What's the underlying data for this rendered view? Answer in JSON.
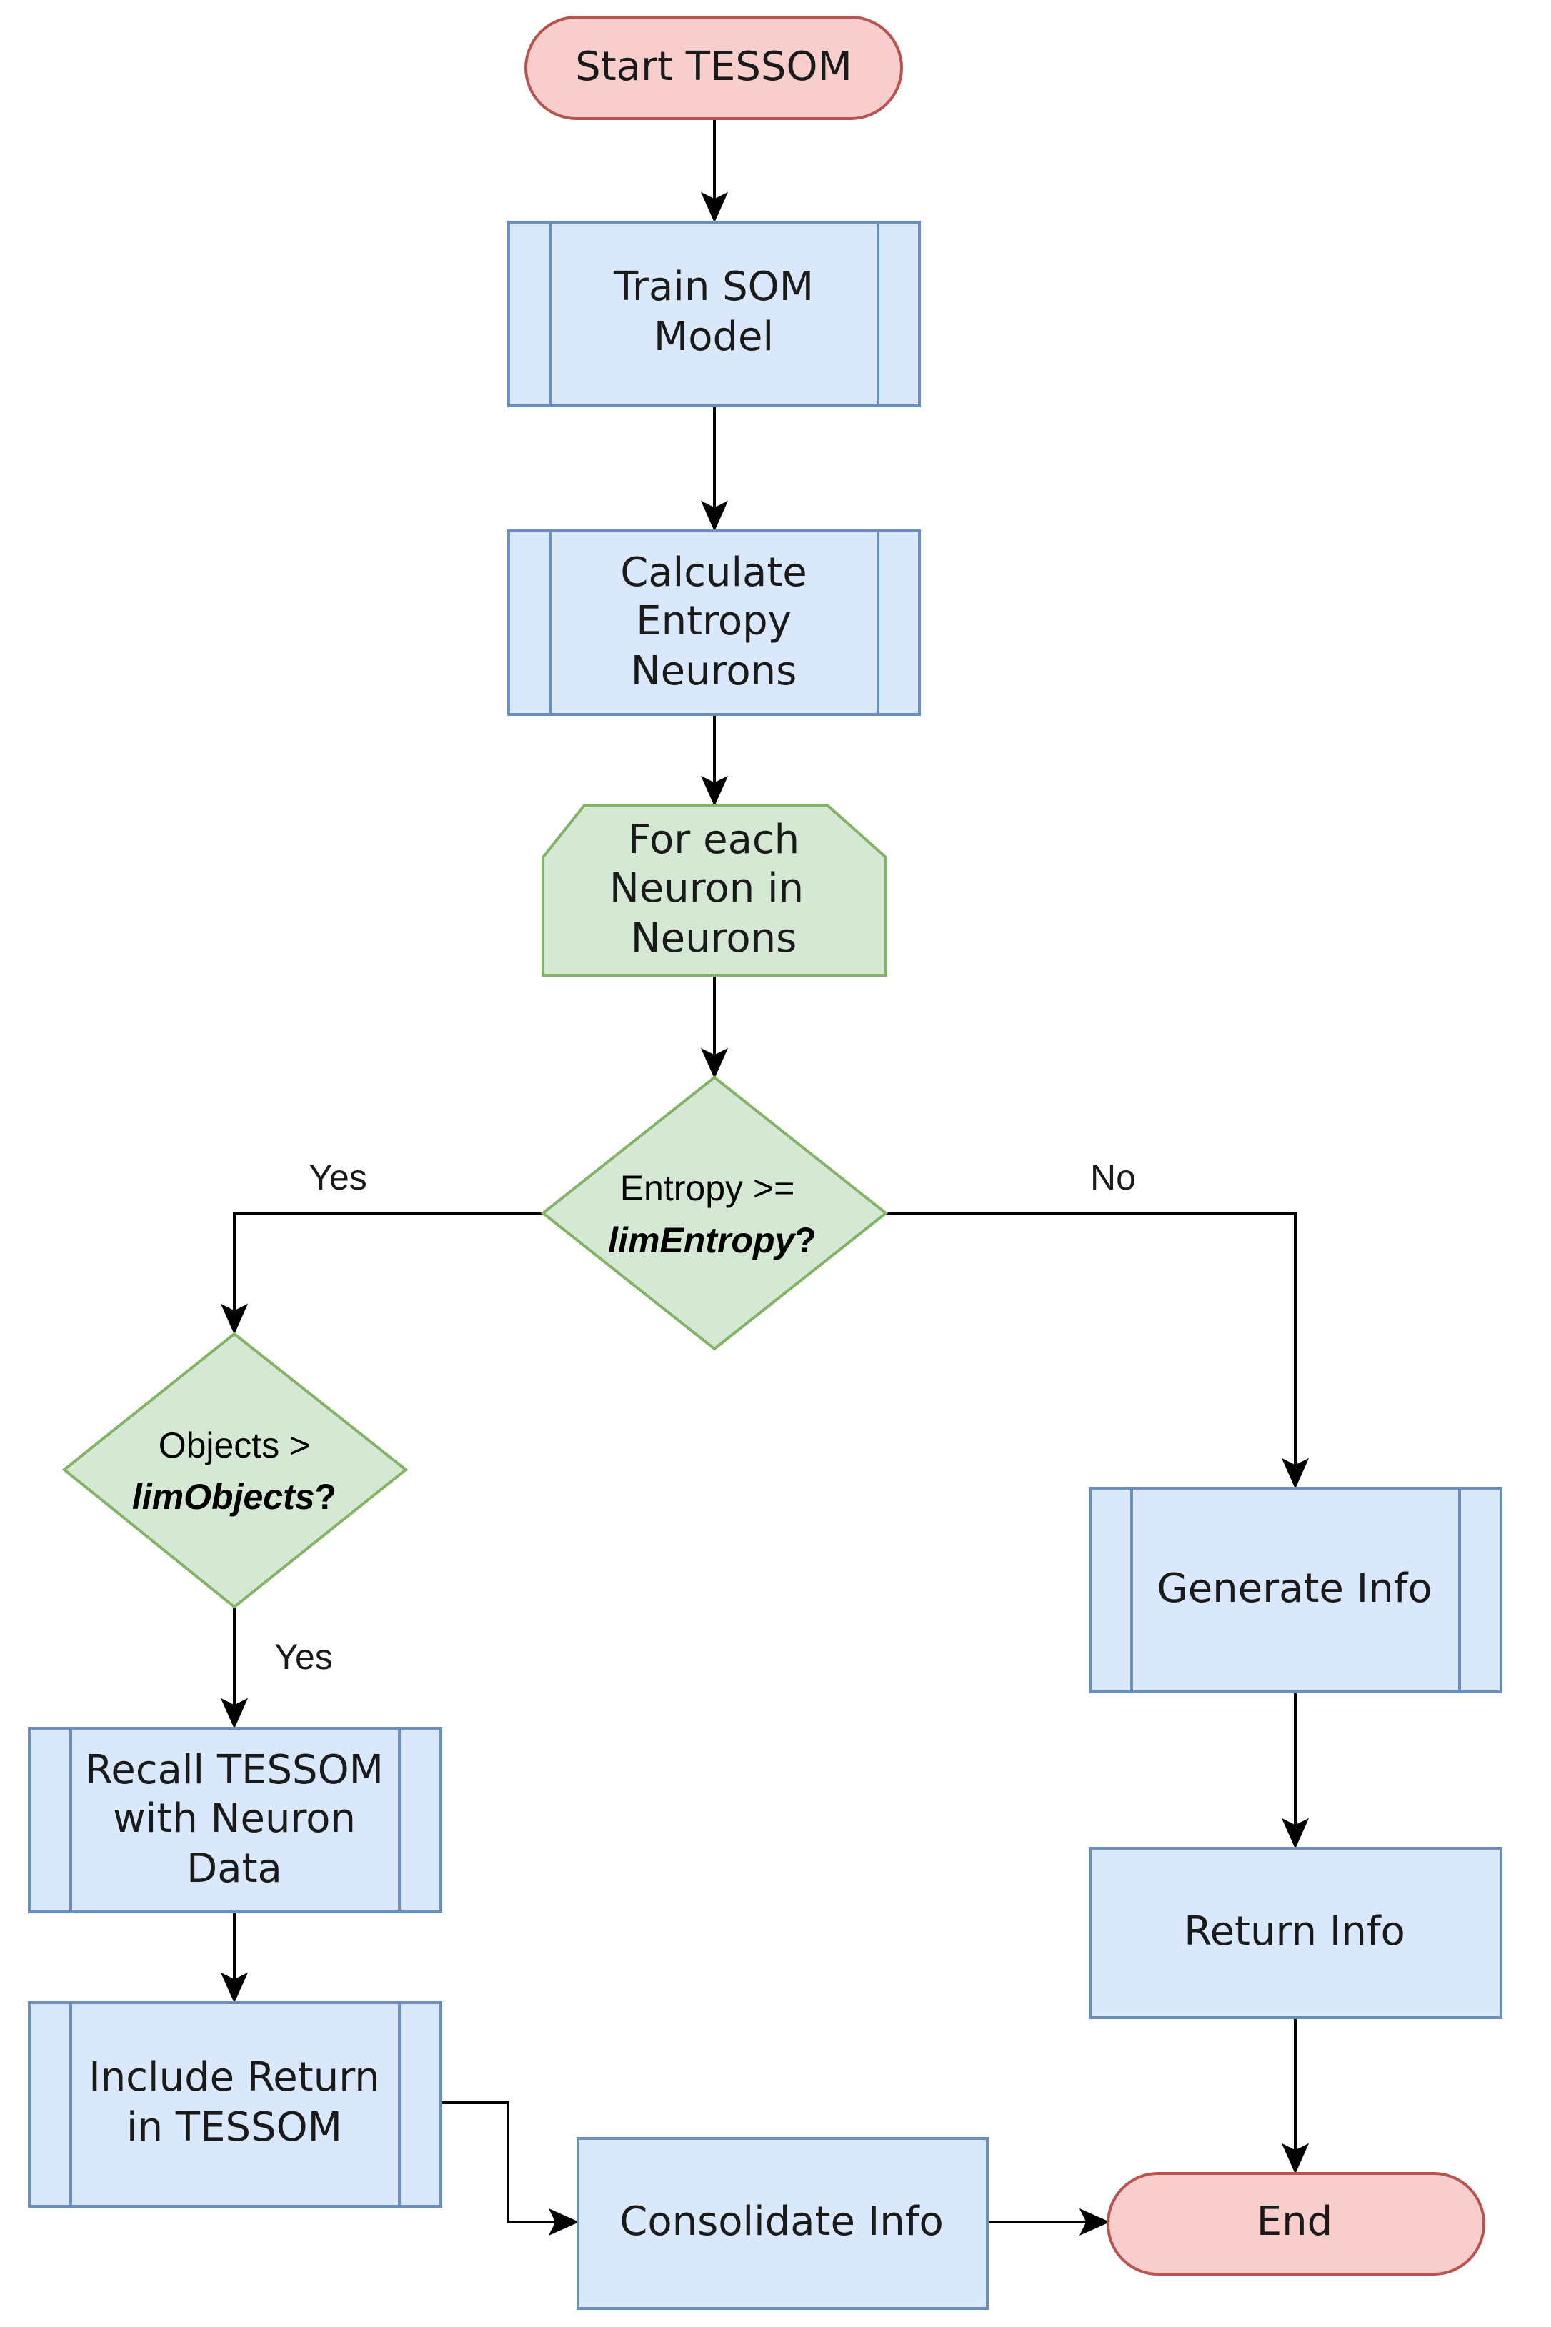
{
  "nodes": {
    "start": "Start TESSOM",
    "train": [
      "Train SOM",
      "Model"
    ],
    "calc": [
      "Calculate",
      "Entropy",
      "Neurons"
    ],
    "loop": [
      "For each",
      "Neuron in",
      "Neurons"
    ],
    "entropy_decision": {
      "prefix": "Entropy >=",
      "variable": "limEntropy",
      "suffix": "?"
    },
    "objects_decision": {
      "prefix": "Objects >",
      "variable": "limObjects",
      "suffix": "?"
    },
    "recall": [
      "Recall TESSOM",
      "with Neuron",
      "Data"
    ],
    "include": [
      "Include Return",
      "in TESSOM"
    ],
    "consolidate": "Consolidate Info",
    "generate": "Generate Info",
    "return_info": "Return Info",
    "end": "End"
  },
  "edge_labels": {
    "entropy_yes": "Yes",
    "entropy_no": "No",
    "objects_yes": "Yes"
  },
  "colors": {
    "terminator_fill": "#f8cecc",
    "terminator_stroke": "#b85450",
    "process_fill": "#dae8fc",
    "process_stroke": "#6c8ebf",
    "decision_fill": "#d5e8d4",
    "decision_stroke": "#82b366",
    "connector": "#000000"
  }
}
